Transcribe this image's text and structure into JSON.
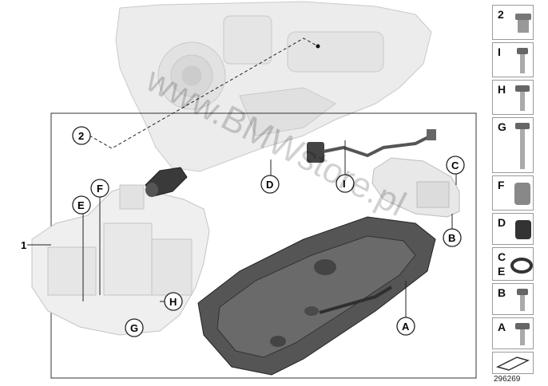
{
  "callouts": {
    "c1": "1",
    "c2": "2",
    "cD": "D",
    "cI": "I",
    "cC": "C",
    "cB": "B",
    "cE": "E",
    "cF": "F",
    "cH": "H",
    "cG": "G",
    "cA": "A"
  },
  "legend": {
    "items": [
      "2",
      "I",
      "H",
      "G",
      "F",
      "D",
      "C",
      "E",
      "B",
      "A"
    ]
  },
  "watermark": "www.BMWstore.pl",
  "diagram_id": "296269"
}
